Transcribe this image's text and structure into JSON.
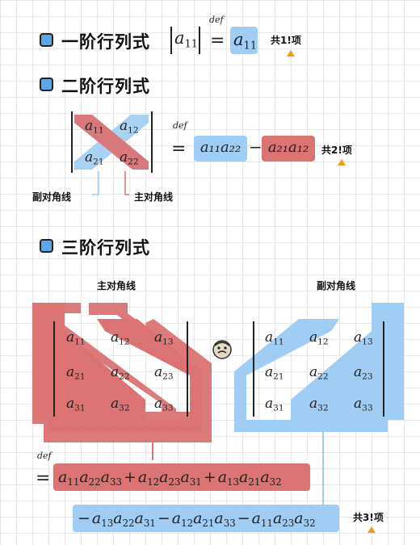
{
  "section1": {
    "title": "一阶行列式",
    "det_entry": "a",
    "det_sub": "11",
    "def": "def",
    "result": "a",
    "result_sub": "11",
    "count": "共1!项"
  },
  "section2": {
    "title": "二阶行列式",
    "entries": [
      {
        "v": "a",
        "s": "11"
      },
      {
        "v": "a",
        "s": "12"
      },
      {
        "v": "a",
        "s": "21"
      },
      {
        "v": "a",
        "s": "22"
      }
    ],
    "def": "def",
    "term1": "a₁₁a₂₂",
    "minus": "−",
    "term2": "a₂₁a₁₂",
    "count": "共2!项",
    "anti_label": "副对角线",
    "main_label": "主对角线"
  },
  "section3": {
    "title": "三阶行列式",
    "main_label": "主对角线",
    "anti_label": "副对角线",
    "entries_left": [
      {
        "v": "a",
        "s": "11"
      },
      {
        "v": "a",
        "s": "12"
      },
      {
        "v": "a",
        "s": "13"
      },
      {
        "v": "a",
        "s": "21"
      },
      {
        "v": "a",
        "s": "22"
      },
      {
        "v": "a",
        "s": "23"
      },
      {
        "v": "a",
        "s": "31"
      },
      {
        "v": "a",
        "s": "32"
      },
      {
        "v": "a",
        "s": "33"
      }
    ],
    "entries_right": [
      {
        "v": "a",
        "s": "11"
      },
      {
        "v": "a",
        "s": "12"
      },
      {
        "v": "a",
        "s": "13"
      },
      {
        "v": "a",
        "s": "21"
      },
      {
        "v": "a",
        "s": "22"
      },
      {
        "v": "a",
        "s": "23"
      },
      {
        "v": "a",
        "s": "31"
      },
      {
        "v": "a",
        "s": "32"
      },
      {
        "v": "a",
        "s": "33"
      }
    ],
    "def": "def",
    "equals": "=",
    "positive_terms": [
      {
        "f": [
          [
            "a",
            "11"
          ],
          [
            "a",
            "22"
          ],
          [
            "a",
            "33"
          ]
        ]
      },
      {
        "f": [
          [
            "a",
            "12"
          ],
          [
            "a",
            "23"
          ],
          [
            "a",
            "31"
          ]
        ]
      },
      {
        "f": [
          [
            "a",
            "13"
          ],
          [
            "a",
            "21"
          ],
          [
            "a",
            "32"
          ]
        ]
      }
    ],
    "negative_terms": [
      {
        "f": [
          [
            "a",
            "13"
          ],
          [
            "a",
            "22"
          ],
          [
            "a",
            "31"
          ]
        ]
      },
      {
        "f": [
          [
            "a",
            "12"
          ],
          [
            "a",
            "21"
          ],
          [
            "a",
            "33"
          ]
        ]
      },
      {
        "f": [
          [
            "a",
            "11"
          ],
          [
            "a",
            "23"
          ],
          [
            "a",
            "32"
          ]
        ]
      }
    ],
    "count": "共3!项",
    "colors": {
      "red": "#db7373",
      "blue": "#9fcdf3"
    }
  }
}
